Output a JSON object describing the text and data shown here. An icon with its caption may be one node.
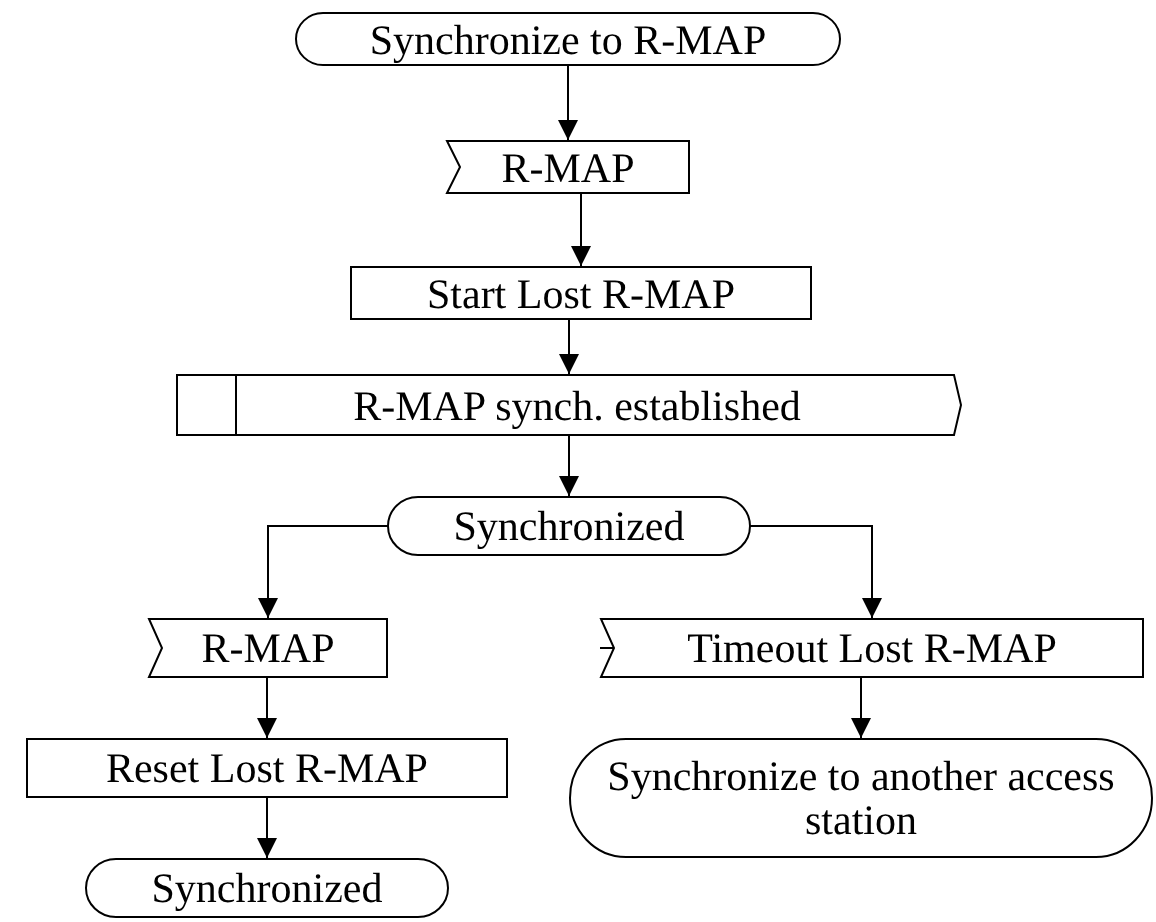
{
  "diagram": {
    "nodes": [
      {
        "text": [
          "Synchronize to R-MAP"
        ]
      },
      {
        "text": [
          "R-MAP"
        ]
      },
      {
        "text": [
          "Start Lost R-MAP"
        ]
      },
      {
        "text": [
          "R-MAP synch. established"
        ]
      },
      {
        "text": [
          "Synchronized"
        ]
      },
      {
        "text": [
          "R-MAP"
        ]
      },
      {
        "text": [
          "Timeout Lost R-MAP"
        ]
      },
      {
        "text": [
          "Reset Lost R-MAP"
        ]
      },
      {
        "text": [
          "Synchronize to another access station"
        ]
      },
      {
        "text": [
          "Synchronized"
        ]
      }
    ],
    "edges": [
      {
        "from": 0,
        "to": 1,
        "arrow": "to"
      },
      {
        "from": 1,
        "to": 2,
        "arrow": "to"
      },
      {
        "from": 2,
        "to": 3,
        "arrow": "to"
      },
      {
        "from": 3,
        "to": 4,
        "arrow": "to"
      },
      {
        "from": 4,
        "to": 5,
        "arrow": "to"
      },
      {
        "from": 4,
        "to": 6,
        "arrow": "to"
      },
      {
        "from": 5,
        "to": 7,
        "arrow": "to"
      },
      {
        "from": 7,
        "to": 9,
        "arrow": "to"
      },
      {
        "from": 6,
        "to": 8,
        "arrow": "to"
      }
    ]
  }
}
